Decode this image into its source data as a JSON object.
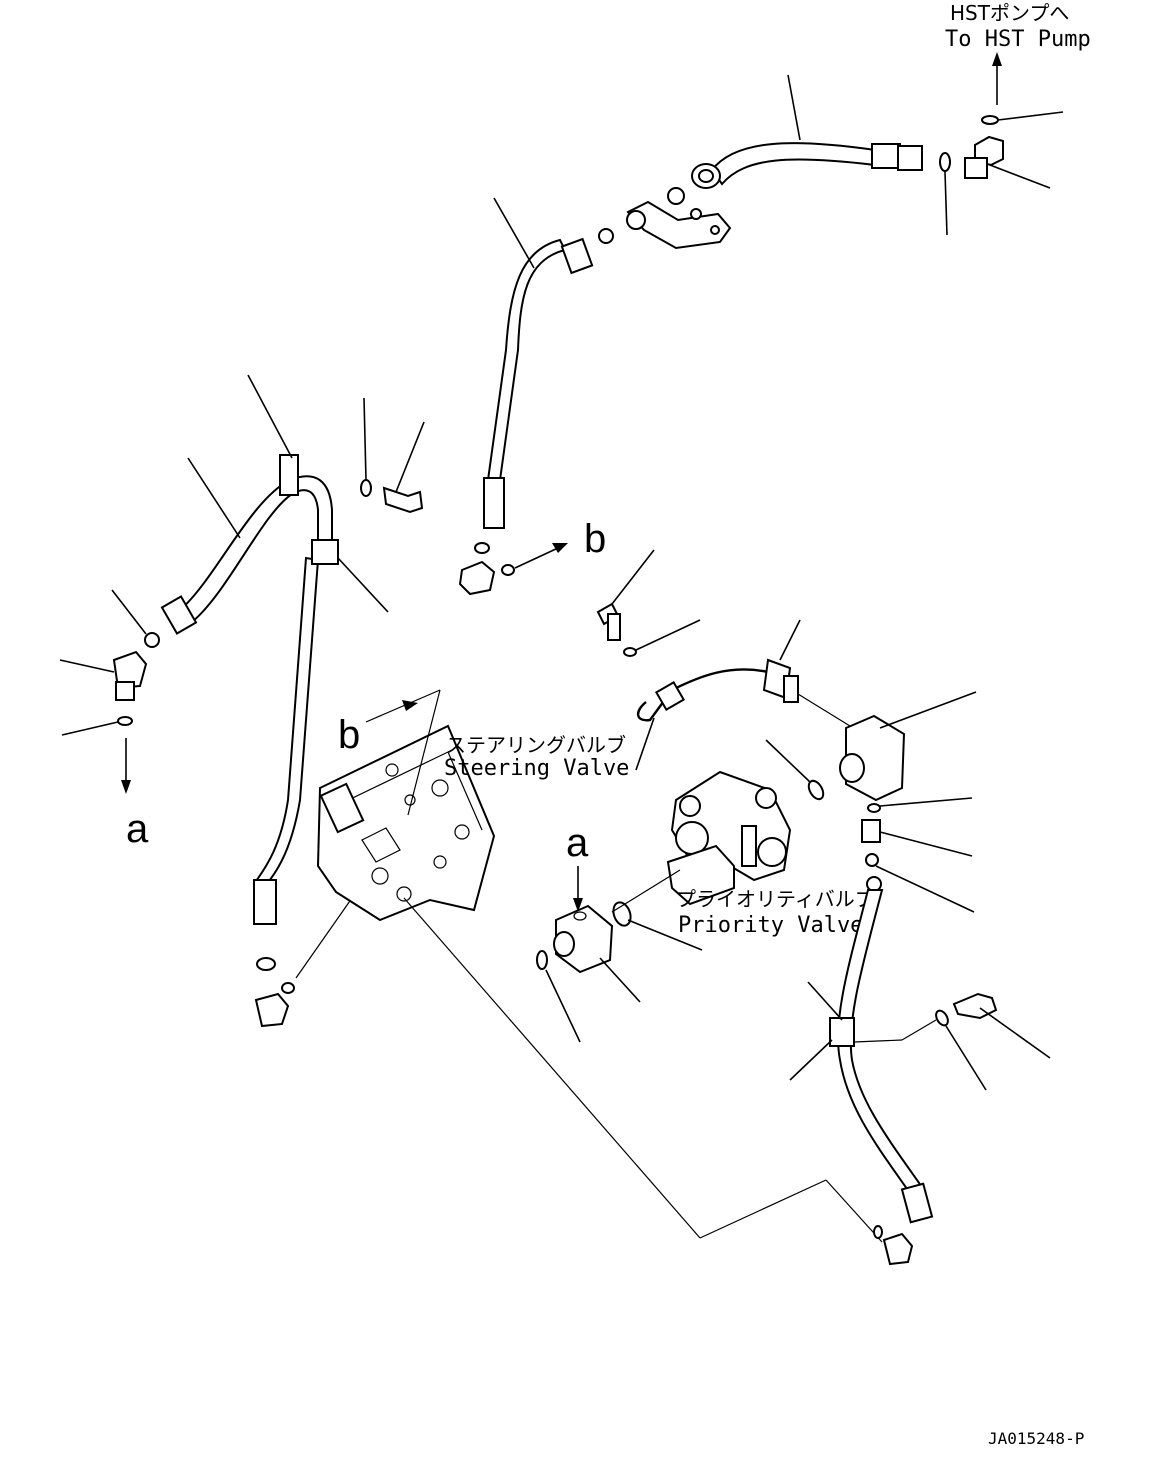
{
  "labels": {
    "hst_pump_jp": "HSTポンプへ",
    "hst_pump_en": "To HST Pump",
    "steering_valve_jp": "ステアリングバルブ",
    "steering_valve_en": "Steering Valve",
    "priority_valve_jp": "プライオリティバルブ",
    "priority_valve_en": "Priority Valve",
    "ref_a": "a",
    "ref_b": "b",
    "drawing_code": "JA015248-P"
  }
}
